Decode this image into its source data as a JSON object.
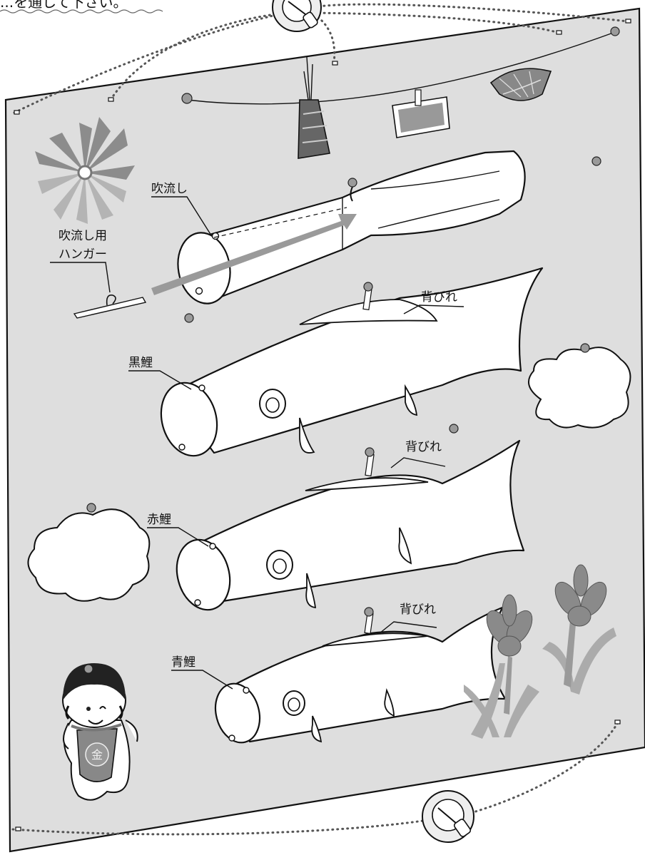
{
  "header_text": "...を通して下さい。",
  "labels": {
    "fukinagashi": "吹流し",
    "hanger_line1": "吹流し用",
    "hanger_line2": "ハンガー",
    "kuro_goi": "黒鯉",
    "aka_goi": "赤鯉",
    "ao_goi": "青鯉",
    "sebire_1": "背びれ",
    "sebire_2": "背びれ",
    "sebire_3": "背びれ"
  },
  "badge_text": "金",
  "colors": {
    "board": "#dedede",
    "outline": "#111111",
    "pinwheel_dark": "#8c8c8c",
    "pinwheel_light": "#b4b4b4",
    "iris": "#8a8a8a",
    "leaf": "#ababab",
    "arrow": "#9a9a9a"
  }
}
